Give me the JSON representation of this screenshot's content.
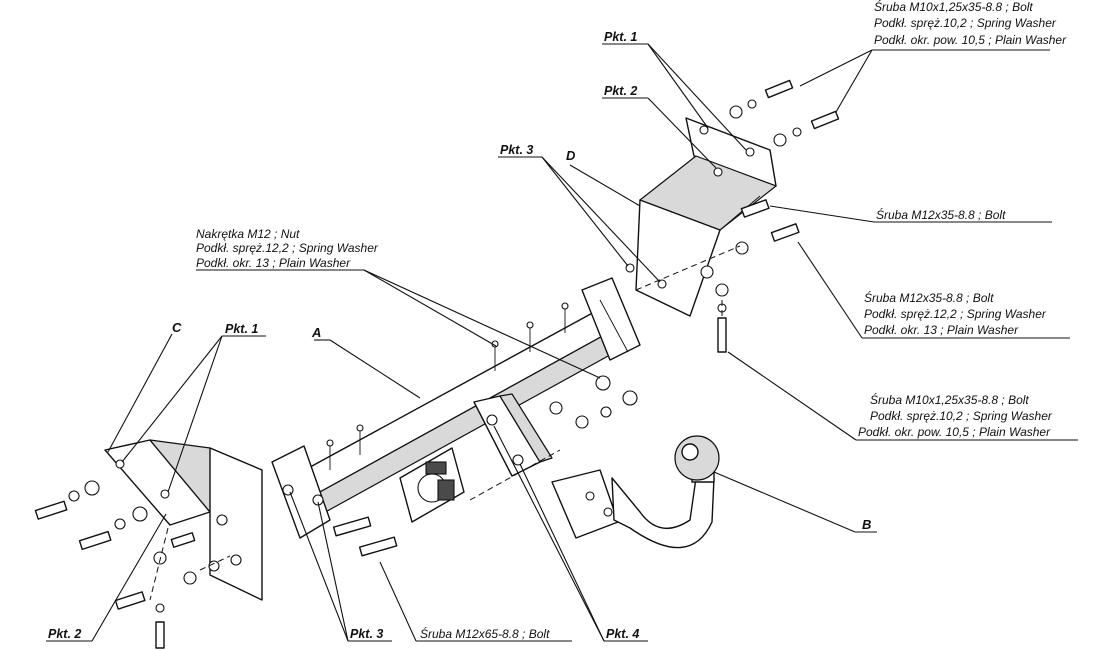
{
  "labels": {
    "bolt_top_1": "Śruba M10x1,25x35-8.8 ;  Bolt",
    "bolt_top_2": "Podkł. spręż.10,2 ; Spring Washer",
    "bolt_top_3": "Podkł. okr. pow. 10,5 ; Plain Washer",
    "bolt_m12_d": "Śruba M12x35-8.8 ;  Bolt",
    "bolt_m12_b1": "Śruba M12x35-8.8 ;  Bolt",
    "bolt_m12_b2": "Podkł. spręż.12,2 ; Spring Washer",
    "bolt_m12_b3": "Podkł. okr. 13 ; Plain Washer",
    "bolt_m10_b1": "Śruba M10x1,25x35-8.8 ;  Bolt",
    "bolt_m10_b2": "Podkł. spręż.10,2 ; Spring Washer",
    "bolt_m10_b3": "Podkł. okr. pow. 10,5 ; Plain Washer",
    "nut_1": "Nakrętka  M12 ; Nut",
    "nut_2": "Podkł. spręż.12,2 ; Spring Washer",
    "nut_3": "Podkł. okr. 13 ; Plain Washer",
    "bolt_m12x65": "Śruba M12x65-8.8 ;  Bolt",
    "pkt1_top": "Pkt. 1",
    "pkt2_top": "Pkt. 2",
    "pkt3_top": "Pkt. 3",
    "pkt1_left": "Pkt. 1",
    "pkt2_bottom": "Pkt. 2",
    "pkt3_bottom": "Pkt. 3",
    "pkt4_bottom": "Pkt. 4",
    "part_a": "A",
    "part_b": "B",
    "part_c": "C",
    "part_d": "D"
  }
}
